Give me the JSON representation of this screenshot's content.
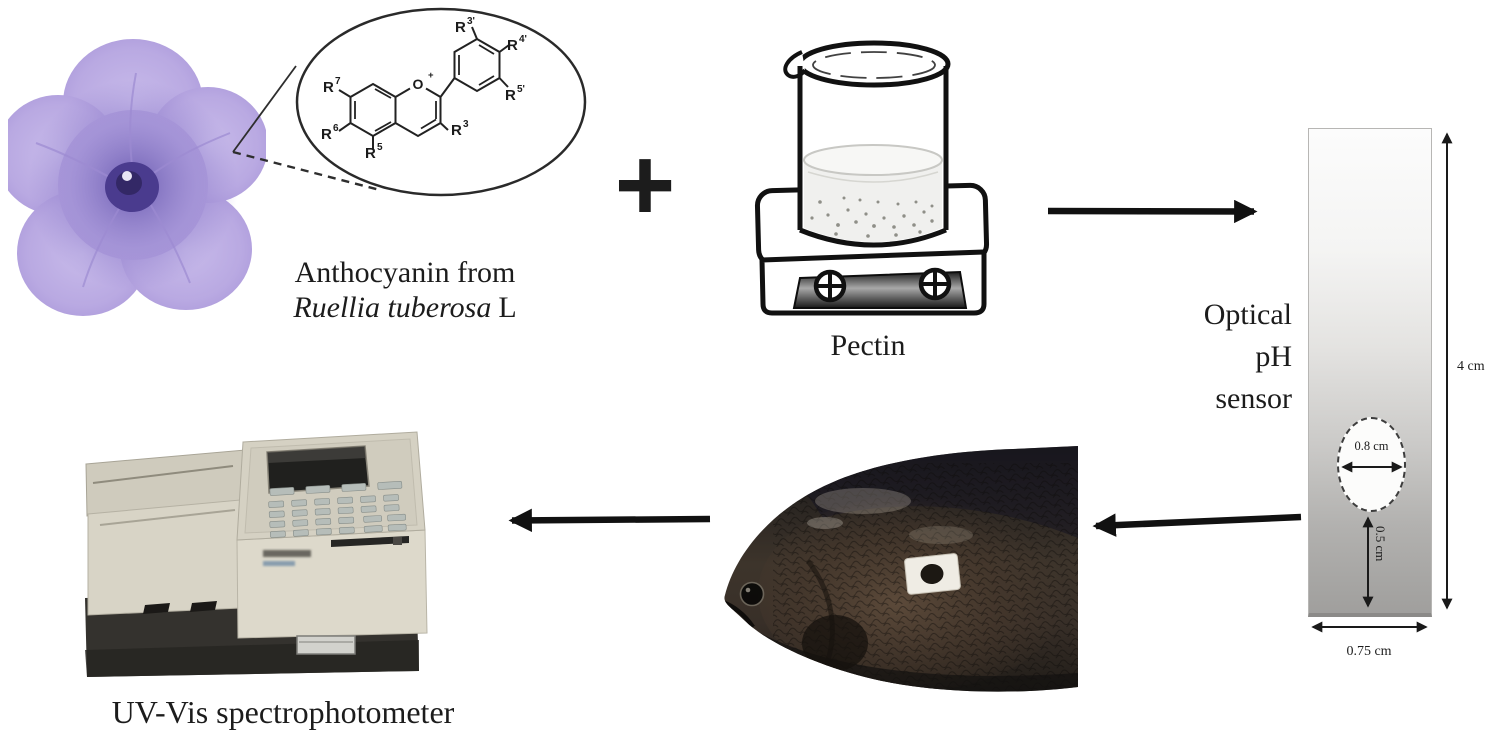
{
  "figure": {
    "captions": {
      "anthocyanin_line1": "Anthocyanin from",
      "species": "Ruellia tuberosa",
      "species_suffix": "L",
      "pectin": "Pectin",
      "uvvis": "UV-Vis spectrophotometer",
      "plus_sign": "+"
    },
    "sensor": {
      "label_line1": "Optical",
      "label_line2": "pH",
      "label_line3": "sensor",
      "dim_height": "4 cm",
      "dim_spot_diameter": "0.8 cm",
      "dim_spot_to_edge": "0.5 cm",
      "dim_width": "0.75 cm"
    },
    "chem": {
      "oxygen": "O",
      "charge": "+",
      "r7": {
        "base": "R",
        "sup": "7"
      },
      "r6": {
        "base": "R",
        "sup": "6"
      },
      "r5": {
        "base": "R",
        "sup": "5"
      },
      "r3": {
        "base": "R",
        "sup": "3"
      },
      "r3prime": {
        "base": "R",
        "sup": "3'"
      },
      "r4prime": {
        "base": "R",
        "sup": "4'"
      },
      "r5prime": {
        "base": "R",
        "sup": "5'"
      }
    },
    "colors": {
      "arrow": "#111111",
      "petal": "#b9a9e2",
      "flower_center": "#4a3b8e",
      "strip_top": "#fbfbfb",
      "strip_bottom": "#a09f9d"
    }
  }
}
